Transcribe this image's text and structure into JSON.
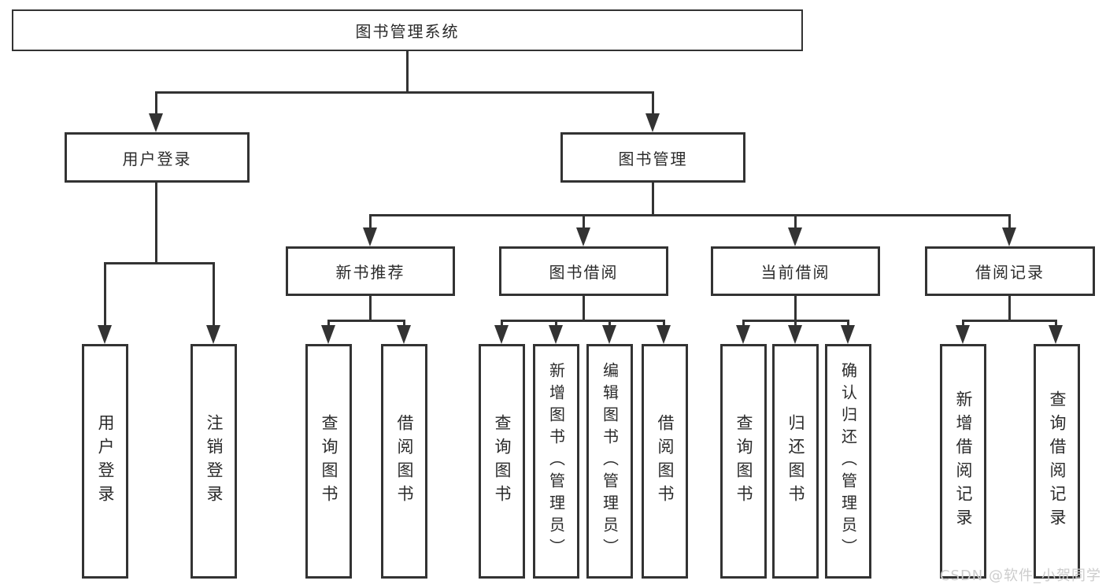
{
  "l1": {
    "label": "图书管理系统"
  },
  "l2": [
    {
      "label": "用户登录"
    },
    {
      "label": "图书管理"
    }
  ],
  "l3": [
    {
      "label": "新书推荐"
    },
    {
      "label": "图书借阅"
    },
    {
      "label": "当前借阅"
    },
    {
      "label": "借阅记录"
    }
  ],
  "l4": [
    {
      "label": "用户登录"
    },
    {
      "label": "注销登录"
    },
    {
      "label": "查询图书"
    },
    {
      "label": "借阅图书"
    },
    {
      "label": "查询图书"
    },
    {
      "label": "新增图书（管理员）"
    },
    {
      "label": "编辑图书（管理员）"
    },
    {
      "label": "借阅图书"
    },
    {
      "label": "查询图书"
    },
    {
      "label": "归还图书"
    },
    {
      "label": "确认归还（管理员）"
    },
    {
      "label": "新增借阅记录"
    },
    {
      "label": "查询借阅记录"
    }
  ],
  "watermark": {
    "text": "CSDN @软件_小贺同学"
  },
  "colors": {
    "line": "#333333",
    "text": "#2b2b2b",
    "watermark": "#cccccc",
    "background": "#ffffff"
  }
}
